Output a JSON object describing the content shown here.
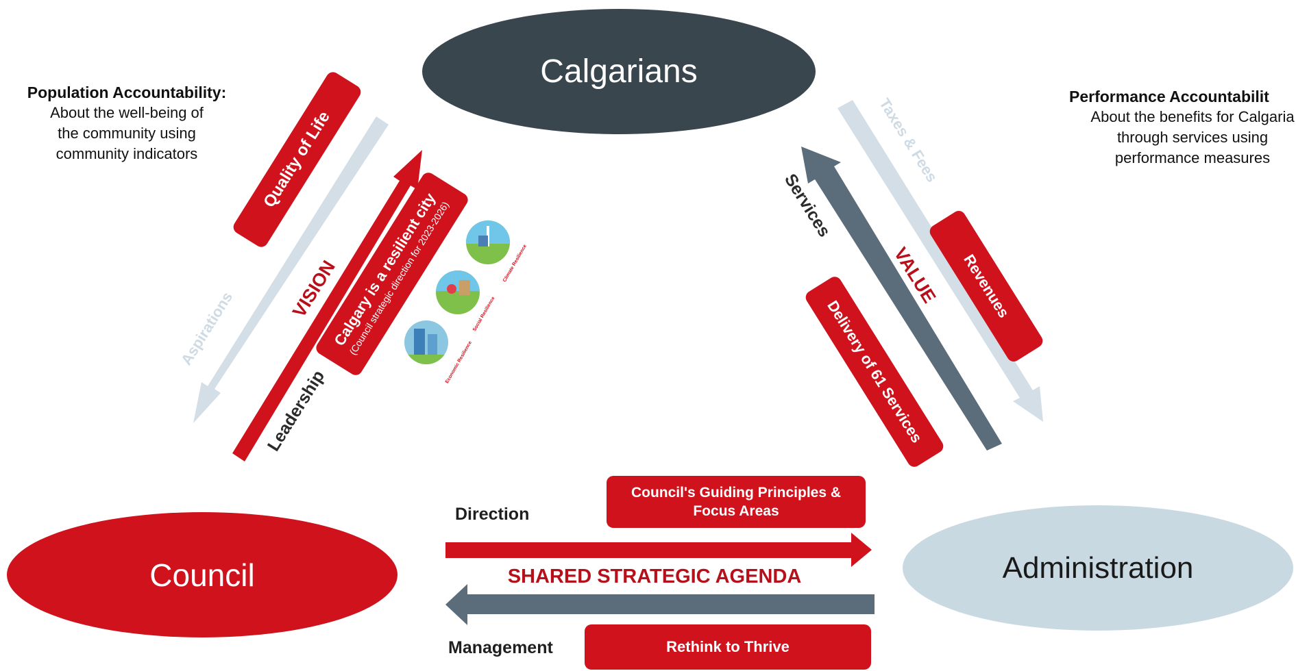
{
  "nodes": {
    "calgarians": "Calgarians",
    "council": "Council",
    "administration": "Administration"
  },
  "notes": {
    "population_title": "Population Accountability:",
    "population_body": "About the well-being of the community using community indicators",
    "performance_title": "Performance Accountabilit",
    "performance_body_1": "About the benefits for Calgaria",
    "performance_body_2": "through services using",
    "performance_body_3": "performance measures"
  },
  "left_side": {
    "quality_of_life": "Quality of Life",
    "vision": "VISION",
    "aspirations": "Aspirations",
    "leadership": "Leadership",
    "resilient_city": "Calgary is a resilient city",
    "resilient_sub": "(Council strategic direction for 2023-2026)",
    "icon_captions": [
      "Economic Resilience",
      "Social Resilience",
      "Climate Resilience"
    ]
  },
  "right_side": {
    "taxes_fees": "Taxes & Fees",
    "services": "Services",
    "value": "VALUE",
    "revenues": "Revenues",
    "delivery": "Delivery of 61 Services"
  },
  "bottom": {
    "direction": "Direction",
    "management": "Management",
    "guiding_principles": "Council's Guiding Principles & Focus Areas",
    "shared_agenda": "SHARED STRATEGIC AGENDA",
    "rethink": "Rethink to Thrive"
  },
  "colors": {
    "red": "#d0121d",
    "dark_slate": "#3a464e",
    "slate_arrow": "#5b6d7b",
    "light_blue": "#c9d9e2",
    "pale_arrow": "#d3dee6"
  }
}
